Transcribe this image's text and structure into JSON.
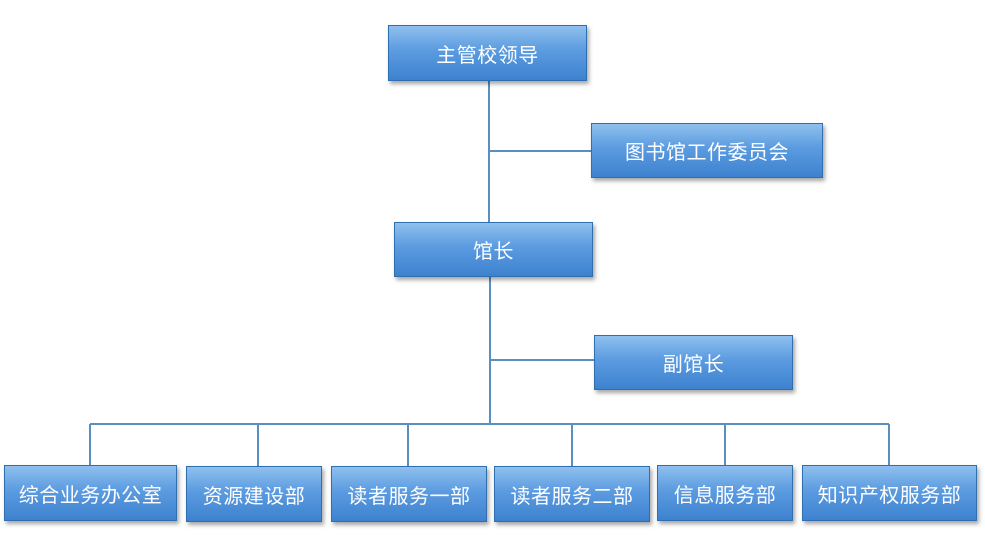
{
  "diagram": {
    "nodes": {
      "top": "主管校领导",
      "committee": "图书馆工作委员会",
      "director": "馆长",
      "deputy": "副馆长",
      "departments": [
        "综合业务办公室",
        "资源建设部",
        "读者服务一部",
        "读者服务二部",
        "信息服务部",
        "知识产权服务部"
      ]
    },
    "colors": {
      "connector": "#5a8fc2",
      "box_top": "#8fc0ee",
      "box_bottom": "#3e82cf",
      "text": "#ffffff"
    }
  }
}
